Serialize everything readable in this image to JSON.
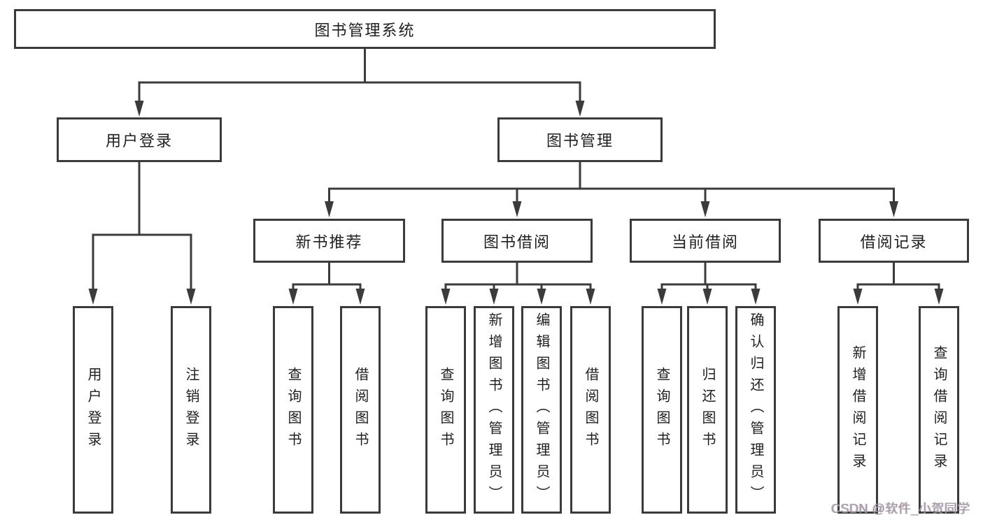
{
  "colors": {
    "background": "#ffffff",
    "line": "#3b3b3b",
    "box_border": "#3b3b3b",
    "text": "#1f1f1f",
    "watermark": "#9d9da1"
  },
  "nodes": {
    "root": "图书管理系统",
    "user_login": "用户登录",
    "book_management": "图书管理",
    "new_book_recommend": "新书推荐",
    "book_borrowing": "图书借阅",
    "current_borrowing": "当前借阅",
    "borrowing_records": "借阅记录",
    "leaf_user_login": "用户登录",
    "leaf_logout": "注销登录",
    "leaf_nb_query_books": "查询图书",
    "leaf_nb_borrow_books": "借阅图书",
    "leaf_bb_query_books": "查询图书",
    "leaf_bb_add_books": "新增图书（管理员）",
    "leaf_bb_edit_books": "编辑图书（管理员）",
    "leaf_bb_borrow_books": "借阅图书",
    "leaf_cb_query_books": "查询图书",
    "leaf_cb_return_books": "归还图书",
    "leaf_cb_confirm_return": "确认归还（管理员）",
    "leaf_br_add_record": "新增借阅记录",
    "leaf_br_query_record": "查询借阅记录"
  },
  "edges": [
    [
      "root",
      "user_login"
    ],
    [
      "root",
      "book_management"
    ],
    [
      "user_login",
      "leaf_user_login"
    ],
    [
      "user_login",
      "leaf_logout"
    ],
    [
      "book_management",
      "new_book_recommend"
    ],
    [
      "book_management",
      "book_borrowing"
    ],
    [
      "book_management",
      "current_borrowing"
    ],
    [
      "book_management",
      "borrowing_records"
    ],
    [
      "new_book_recommend",
      "leaf_nb_query_books"
    ],
    [
      "new_book_recommend",
      "leaf_nb_borrow_books"
    ],
    [
      "book_borrowing",
      "leaf_bb_query_books"
    ],
    [
      "book_borrowing",
      "leaf_bb_add_books"
    ],
    [
      "book_borrowing",
      "leaf_bb_edit_books"
    ],
    [
      "book_borrowing",
      "leaf_bb_borrow_books"
    ],
    [
      "current_borrowing",
      "leaf_cb_query_books"
    ],
    [
      "current_borrowing",
      "leaf_cb_return_books"
    ],
    [
      "current_borrowing",
      "leaf_cb_confirm_return"
    ],
    [
      "borrowing_records",
      "leaf_br_add_record"
    ],
    [
      "borrowing_records",
      "leaf_br_query_record"
    ]
  ],
  "watermark": {
    "text": "CSDN @软件_小贺同学"
  }
}
